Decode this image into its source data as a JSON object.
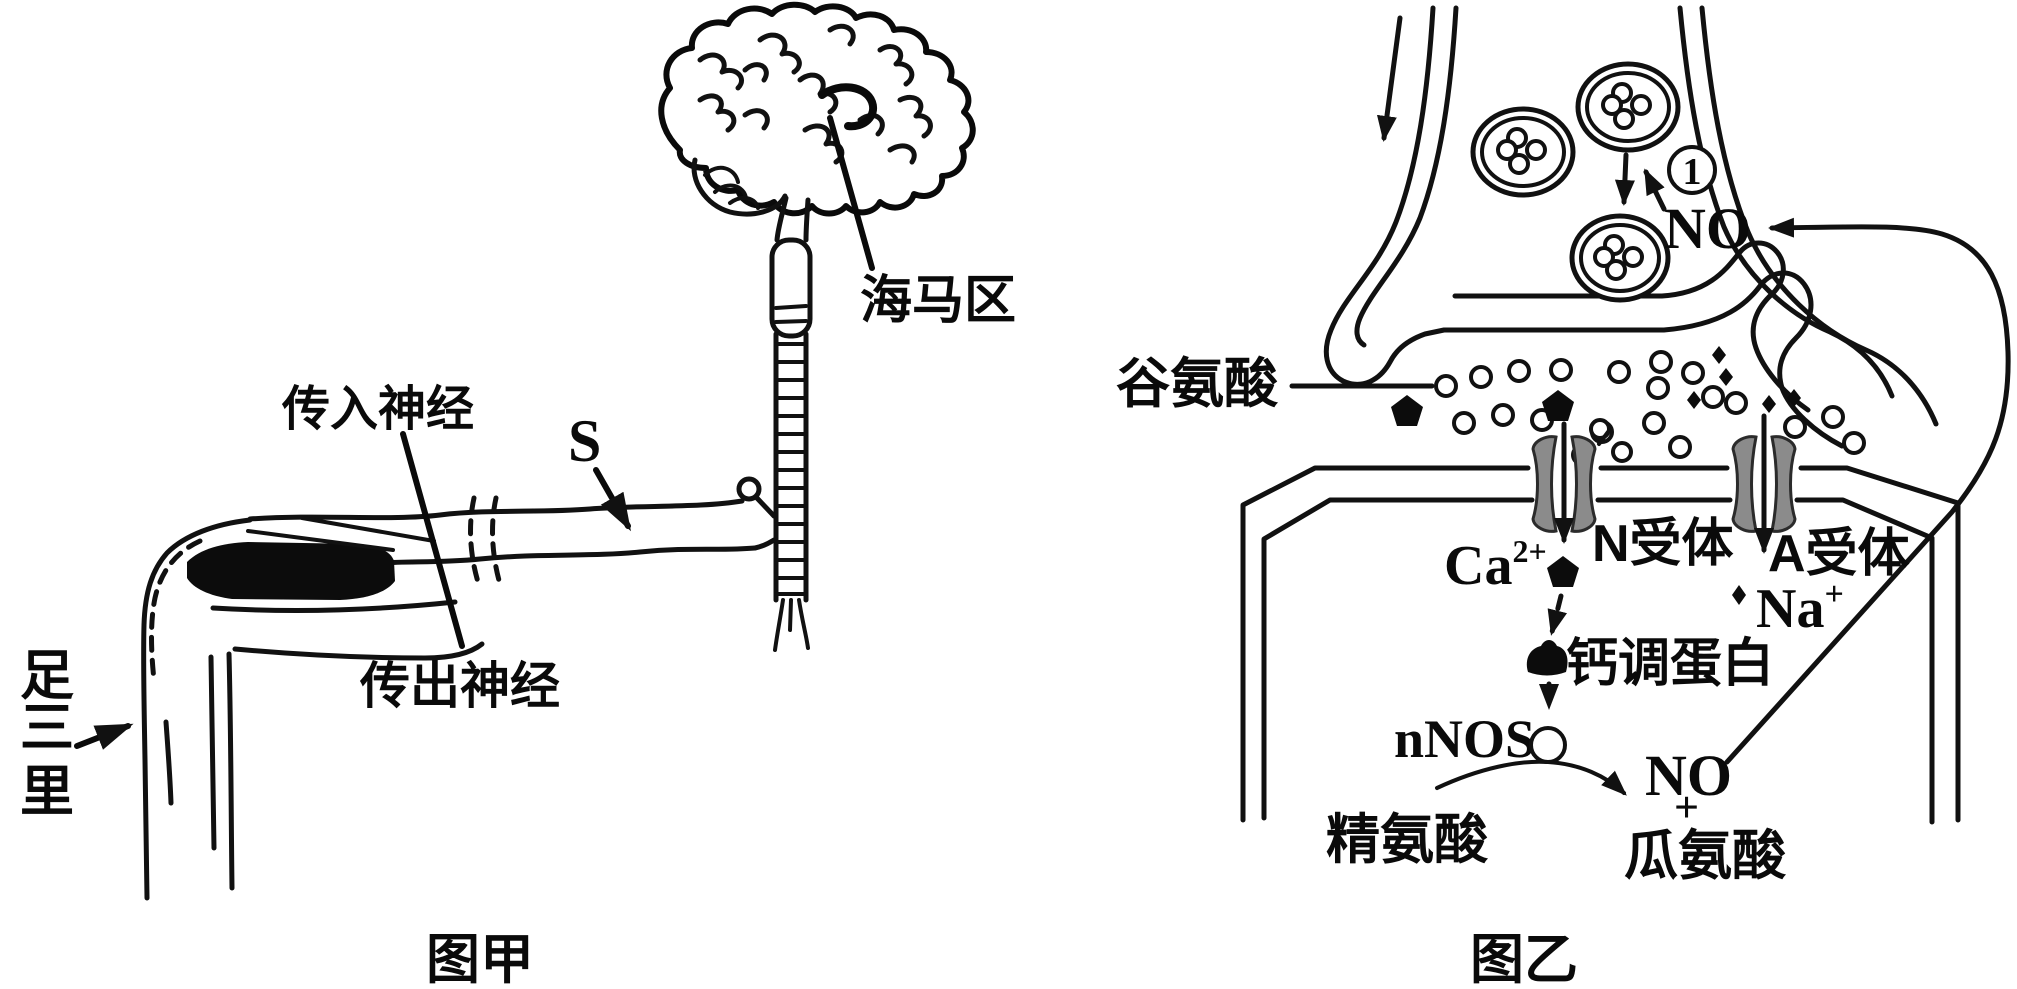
{
  "figure_left": {
    "caption": "图甲",
    "labels": {
      "hippocampus": "海马区",
      "afferent_nerve": "传入神经",
      "efferent_nerve": "传出神经",
      "stimulus": "S",
      "acupoint_char1": "足",
      "acupoint_char2": "三",
      "acupoint_char3": "里"
    }
  },
  "figure_right": {
    "caption": "图乙",
    "labels": {
      "glutamate": "谷氨酸",
      "no_top": "NO",
      "step_one": "1",
      "ca": "Ca",
      "ca_sup": "2+",
      "n_receptor": "N受体",
      "a_receptor": "A受体",
      "na": "Na",
      "na_sup": "+",
      "calmodulin": "钙调蛋白",
      "nnos": "nNOS",
      "arginine": "精氨酸",
      "no_bottom": "NO",
      "plus": "+",
      "citrulline": "瓜氨酸"
    }
  }
}
